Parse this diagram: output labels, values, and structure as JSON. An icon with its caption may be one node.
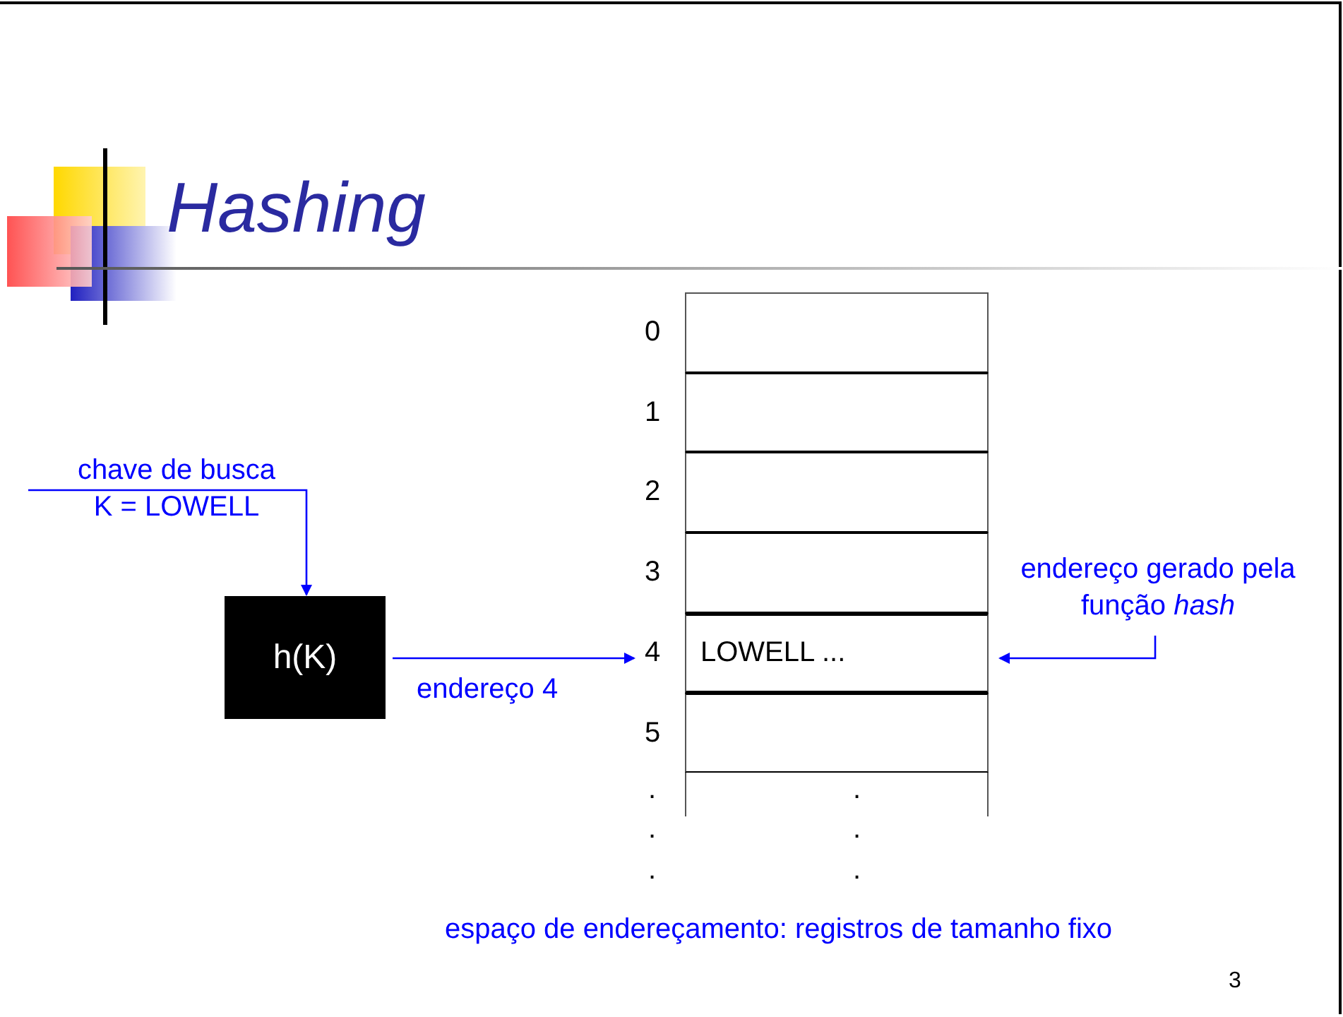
{
  "diagram": {
    "title": "Hashing",
    "nodes": [
      {
        "text": [
          "chave de busca",
          "K = LOWELL"
        ]
      },
      {
        "text": [
          "h(K)"
        ]
      },
      {
        "text": [],
        "shape": "box",
        "beside": [
          "0"
        ]
      },
      {
        "text": [],
        "shape": "box",
        "beside": [
          "1"
        ]
      },
      {
        "text": [],
        "shape": "box",
        "beside": [
          "2"
        ]
      },
      {
        "text": [],
        "shape": "box",
        "beside": [
          "3"
        ]
      },
      {
        "text": [
          "LOWELL ..."
        ],
        "beside": [
          "4"
        ]
      },
      {
        "text": [],
        "shape": "box",
        "beside": [
          "5"
        ]
      },
      {
        "text": [],
        "shape": "box"
      },
      {
        "text": [
          "endereço gerado pela função *hash*"
        ]
      }
    ],
    "edges": [
      {
        "from": 0,
        "to": 1,
        "arrow": "to"
      },
      {
        "from": 1,
        "to": 6,
        "arrow": "to",
        "label": "endereço 4"
      },
      {
        "from": 9,
        "to": 6,
        "arrow": "to"
      }
    ],
    "labels": [
      ".",
      ".",
      ".",
      ".",
      ".",
      ".",
      "espaço de endereçamento: registros de tamanho fixo",
      "3"
    ]
  }
}
